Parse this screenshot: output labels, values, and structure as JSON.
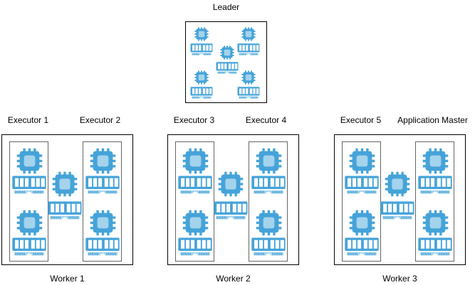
{
  "leader": {
    "label": "Leader",
    "cpu_ram_pairs": 5
  },
  "workers": [
    {
      "label": "Worker 1",
      "executors": [
        {
          "label": "Executor 1",
          "cpu_ram_pairs": 2
        },
        {
          "label": "Executor 2",
          "cpu_ram_pairs": 2
        }
      ],
      "shared_cpu_ram_pairs": 1
    },
    {
      "label": "Worker 2",
      "executors": [
        {
          "label": "Executor 3",
          "cpu_ram_pairs": 2
        },
        {
          "label": "Executor 4",
          "cpu_ram_pairs": 2
        }
      ],
      "shared_cpu_ram_pairs": 1
    },
    {
      "label": "Worker 3",
      "executors": [
        {
          "label": "Executor 5",
          "cpu_ram_pairs": 2
        },
        {
          "label": "Application Master",
          "cpu_ram_pairs": 2
        }
      ],
      "shared_cpu_ram_pairs": 1
    }
  ],
  "icons": {
    "cpu": "cpu-icon",
    "ram": "ram-icon"
  },
  "colors": {
    "icon_blue": "#45a3d9",
    "icon_light_blue": "#a4d3ec",
    "slot_white": "#ffffff",
    "outer_border": "#000000",
    "inner_border": "#666666",
    "label_text": "#000000",
    "background": "#ffffff"
  }
}
